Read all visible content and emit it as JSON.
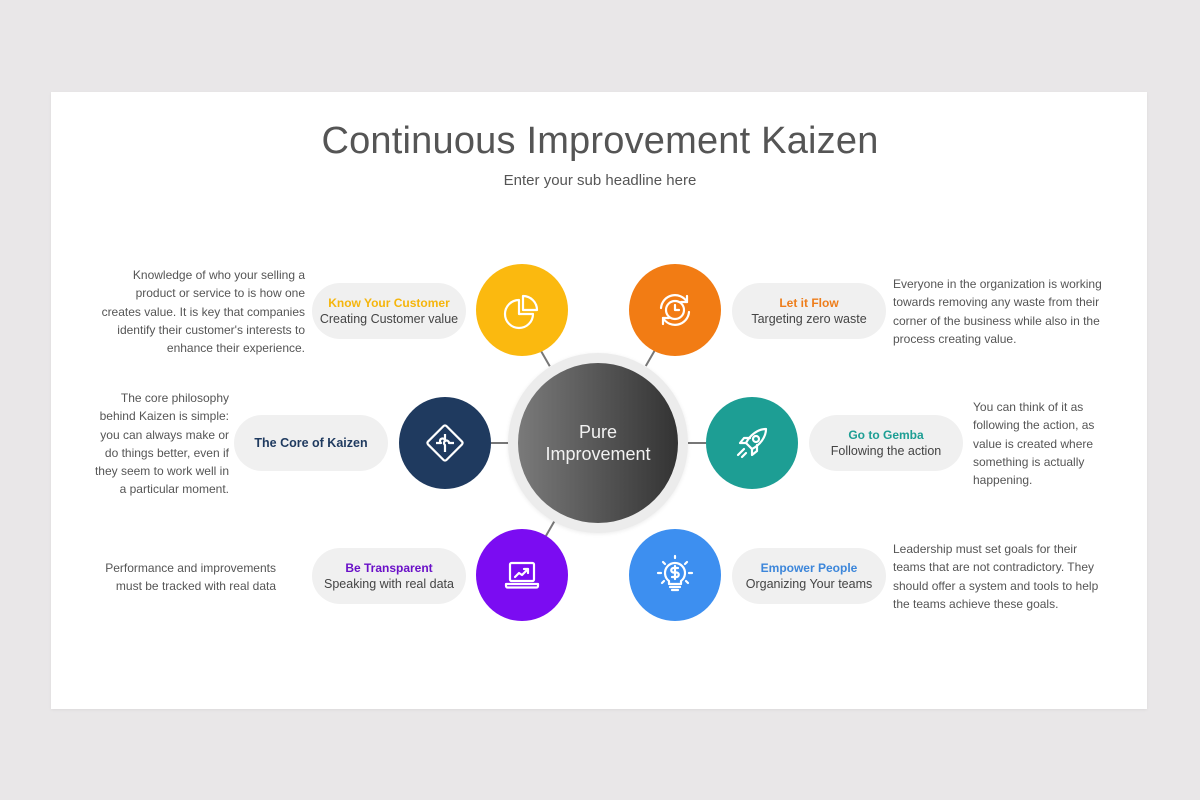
{
  "header": {
    "title": "Continuous Improvement Kaizen",
    "subtitle": "Enter your sub headline here"
  },
  "hub": {
    "line1": "Pure",
    "line2": "Improvement",
    "gradient": [
      "#7a7a7a",
      "#333333"
    ]
  },
  "items": [
    {
      "id": "know-your-customer",
      "title": "Know Your Customer",
      "subtitle": "Creating Customer value",
      "color": "#fbb90f",
      "icon": "pie-chart-icon",
      "description": "Knowledge of who your selling a product or service to is how one creates value. It is key that companies identify their customer's interests to enhance their experience."
    },
    {
      "id": "let-it-flow",
      "title": "Let it Flow",
      "subtitle": "Targeting zero waste",
      "color": "#f27c14",
      "icon": "clock-cycle-icon",
      "description": "Everyone in the organization is working towards removing any waste from their corner of the business while also in the process creating value."
    },
    {
      "id": "core-of-kaizen",
      "title": "The Core of Kaizen",
      "subtitle": "",
      "color": "#1f3a5f",
      "icon": "puzzle-icon",
      "description": "The core philosophy behind Kaizen is simple: you can always make or do things better, even if they seem to work well in a particular moment."
    },
    {
      "id": "go-to-gemba",
      "title": "Go to Gemba",
      "subtitle": "Following the action",
      "color": "#1d9e94",
      "icon": "rocket-icon",
      "description": "You can think of it as following the action, as value is created where something is actually happening."
    },
    {
      "id": "be-transparent",
      "title": "Be Transparent",
      "subtitle": "Speaking with real data",
      "color": "#7b0cf2",
      "icon": "laptop-chart-icon",
      "description": "Performance and improvements must be tracked with real data"
    },
    {
      "id": "empower-people",
      "title": "Empower People",
      "subtitle": "Organizing Your teams",
      "color": "#3d8ff0",
      "icon": "lightbulb-dollar-icon",
      "description": "Leadership must set goals for their teams that are not contradictory. They should offer a system and tools to help the teams achieve these goals."
    }
  ],
  "description_lines": {
    "know_your_customer": [
      "Knowledge of who your selling a",
      "product or service to is how one",
      "creates value. It is key that companies",
      "identify their customer's interests to",
      "enhance their experience."
    ],
    "let_it_flow": [
      "Everyone in the organization is working",
      "towards removing any waste from their",
      "corner of the business while also in the",
      "process creating value."
    ],
    "core_of_kaizen": [
      "The core philosophy",
      "behind Kaizen is simple:",
      "you can always make or",
      "do things better, even if",
      "they seem to work well in",
      "a particular moment."
    ],
    "go_to_gemba": [
      "You can think of it as",
      "following the action, as",
      "value is created where",
      "something is actually",
      "happening."
    ],
    "be_transparent": [
      "Performance and improvements",
      "must be tracked with real data"
    ],
    "empower_people": [
      "Leadership must set goals for their",
      "teams that are not contradictory. They",
      "should offer a system and tools to help",
      "the teams achieve these goals."
    ]
  },
  "colors": {
    "background": "#e9e7e8",
    "slide": "#ffffff",
    "pill": "#f0f0f0",
    "text": "#555555",
    "title_core": "#1f3a5f"
  }
}
